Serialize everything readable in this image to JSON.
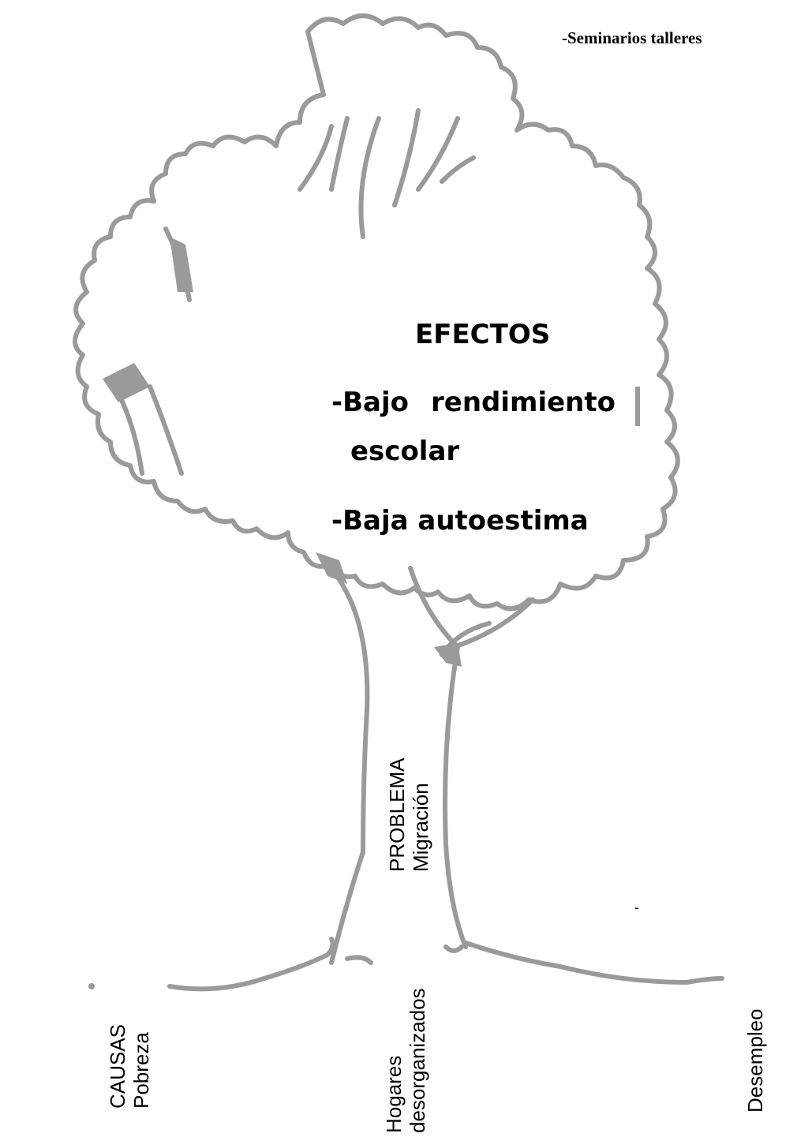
{
  "header": {
    "note": "-Seminarios talleres"
  },
  "effects": {
    "title": "EFECTOS",
    "item1_word1": "-Bajo",
    "item1_word2": "rendimiento",
    "item1_line2": "escolar",
    "item2": "-Baja autoestima"
  },
  "trunk": {
    "title": "PROBLEMA",
    "value": "Migración"
  },
  "roots": {
    "title": "CAUSAS",
    "items": [
      "Pobreza",
      "Hogares",
      "desorganizados",
      "Desempleo"
    ]
  },
  "misc": {
    "dash": "-"
  },
  "colors": {
    "outline": "#9a9a9a",
    "text": "#000000"
  }
}
